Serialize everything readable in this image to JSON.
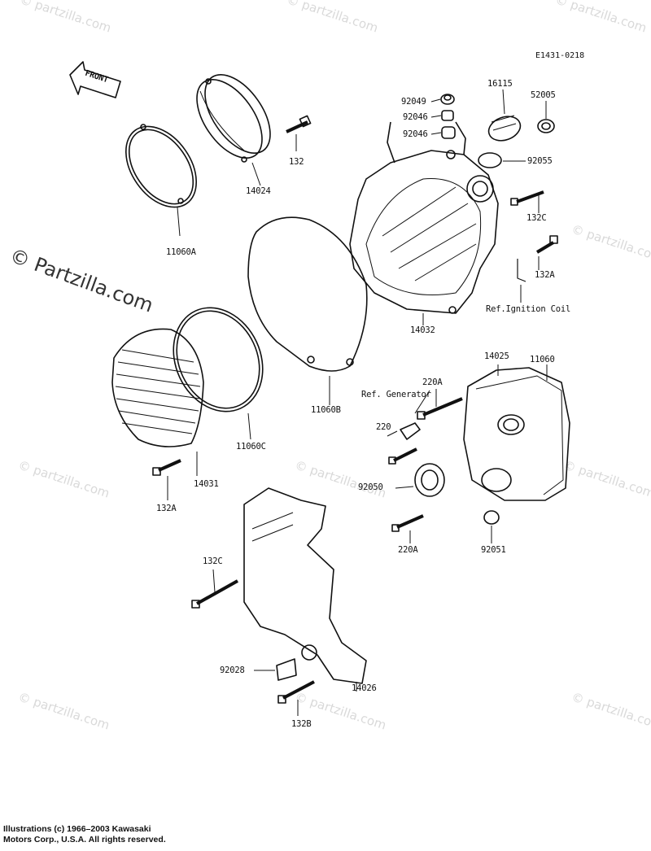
{
  "diagram": {
    "code": "E1431-0218",
    "front_arrow": "FRONT",
    "watermark": "© Partzilla.com",
    "watermark_small": "© partzilla.com",
    "copyright_line1": "Illustrations (c) 1966–2003 Kawasaki",
    "copyright_line2": "Motors Corp., U.S.A.  All rights reserved.",
    "labels": {
      "p92049": "92049",
      "p92046a": "92046",
      "p92046b": "92046",
      "p16115": "16115",
      "p52005": "52005",
      "p92055": "92055",
      "p132_top": "132",
      "p14024": "14024",
      "p11060A": "11060A",
      "p132C_top": "132C",
      "p132A_right": "132A",
      "ref_ignition": "Ref.Ignition Coil",
      "p14032": "14032",
      "p11060B": "11060B",
      "p11060C": "11060C",
      "p14031": "14031",
      "p132A_left": "132A",
      "p14025": "14025",
      "p11060": "11060",
      "ref_generator": "Ref. Generator",
      "p220A_top": "220A",
      "p220": "220",
      "p92050": "92050",
      "p220A_bottom": "220A",
      "p92051": "92051",
      "p132C_bottom": "132C",
      "p92028": "92028",
      "p14026": "14026",
      "p132B": "132B"
    }
  }
}
